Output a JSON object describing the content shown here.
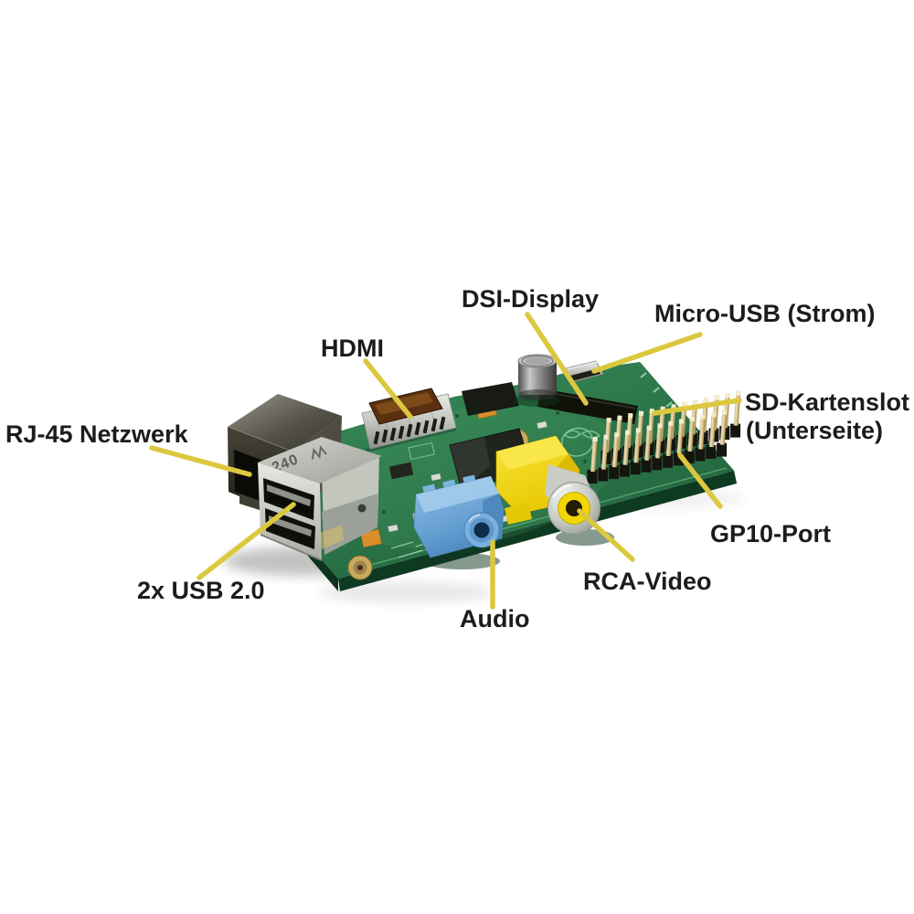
{
  "annotations": {
    "rj45": {
      "label": "RJ-45 Netzwerk"
    },
    "usb": {
      "label": "2x USB 2.0"
    },
    "hdmi": {
      "label": "HDMI"
    },
    "dsi": {
      "label": "DSI-Display"
    },
    "micro_usb": {
      "label": "Micro-USB (Strom)"
    },
    "sd_line1": "SD-Kartenslot",
    "sd_line2": "(Unterseite)",
    "gpio": {
      "label": "GP10-Port"
    },
    "rca": {
      "label": "RCA-Video"
    },
    "audio": {
      "label": "Audio"
    }
  },
  "board_markings": {
    "usb_stamp": "240"
  },
  "colors": {
    "background": "#ffffff",
    "label_text": "#1c1c1a",
    "leader_line": "#dcc83f",
    "pcb_green": "#2f7b4a",
    "pcb_green_dark": "#134127",
    "pcb_green_side": "#1a5230",
    "silkscreen": "#9fd8b4",
    "rca_yellow": "#f2d606",
    "audio_blue": "#79b0dd",
    "gpio_gold": "#c7ad6a",
    "metal_silver": "#c9ccc6",
    "hdmi_copper": "#5a3010",
    "connector_black": "#10120d"
  }
}
